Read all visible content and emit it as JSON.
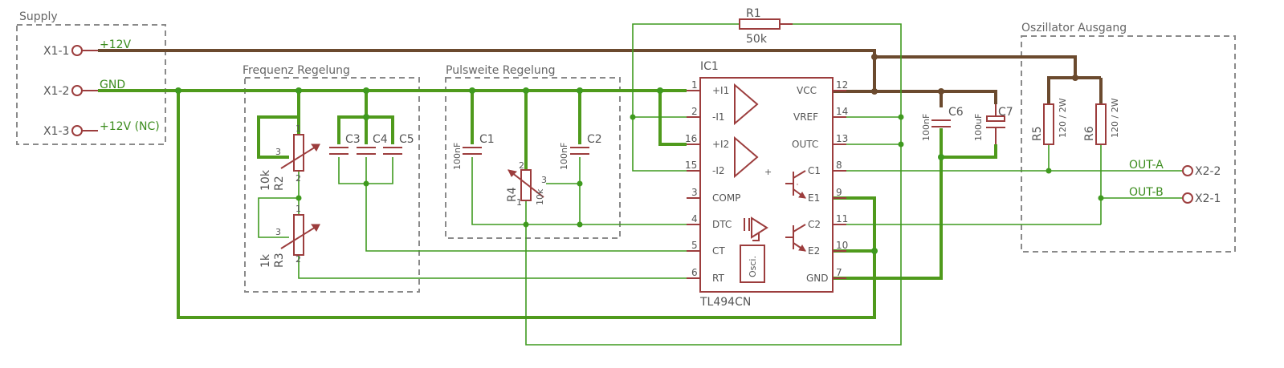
{
  "groups": {
    "supply": "Supply",
    "frequenz": "Frequenz Regelung",
    "pulsweite": "Pulsweite Regelung",
    "oszillator": "Oszillator Ausgang"
  },
  "connectors": {
    "x1_1": "X1-1",
    "x1_2": "X1-2",
    "x1_3": "X1-3",
    "x2_2": "X2-2",
    "x2_1": "X2-1"
  },
  "nets": {
    "plus12": "+12V",
    "gnd": "GND",
    "plus12nc": "+12V (NC)",
    "out_a": "OUT-A",
    "out_b": "OUT-B"
  },
  "components": {
    "r1": {
      "name": "R1",
      "value": "50k"
    },
    "r2": {
      "name": "R2",
      "value": "10k"
    },
    "r3": {
      "name": "R3",
      "value": "1k"
    },
    "r4": {
      "name": "R4",
      "value": "10k"
    },
    "r5": {
      "name": "R5",
      "value": "120 / 2W"
    },
    "r6": {
      "name": "R6",
      "value": "120 / 2W"
    },
    "c1": {
      "name": "C1",
      "value": "100nF"
    },
    "c2": {
      "name": "C2",
      "value": "100nF"
    },
    "c3": {
      "name": "C3"
    },
    "c4": {
      "name": "C4"
    },
    "c5": {
      "name": "C5"
    },
    "c6": {
      "name": "C6",
      "value": "100nF"
    },
    "c7": {
      "name": "C7",
      "value": "100uF"
    }
  },
  "ic": {
    "name": "IC1",
    "part": "TL494CN",
    "osc_label": "Osci.",
    "left_pins": [
      {
        "num": "1",
        "name": "+I1"
      },
      {
        "num": "2",
        "name": "-I1"
      },
      {
        "num": "16",
        "name": "+I2"
      },
      {
        "num": "15",
        "name": "-I2"
      },
      {
        "num": "3",
        "name": "COMP"
      },
      {
        "num": "4",
        "name": "DTC"
      },
      {
        "num": "5",
        "name": "CT"
      },
      {
        "num": "6",
        "name": "RT"
      }
    ],
    "right_pins": [
      {
        "num": "12",
        "name": "VCC"
      },
      {
        "num": "14",
        "name": "VREF"
      },
      {
        "num": "13",
        "name": "OUTC"
      },
      {
        "num": "8",
        "name": "C1"
      },
      {
        "num": "9",
        "name": "E1"
      },
      {
        "num": "11",
        "name": "C2"
      },
      {
        "num": "10",
        "name": "E2"
      },
      {
        "num": "7",
        "name": "GND"
      }
    ]
  },
  "pot_pins": {
    "one": "1",
    "two": "2",
    "three": "3"
  }
}
